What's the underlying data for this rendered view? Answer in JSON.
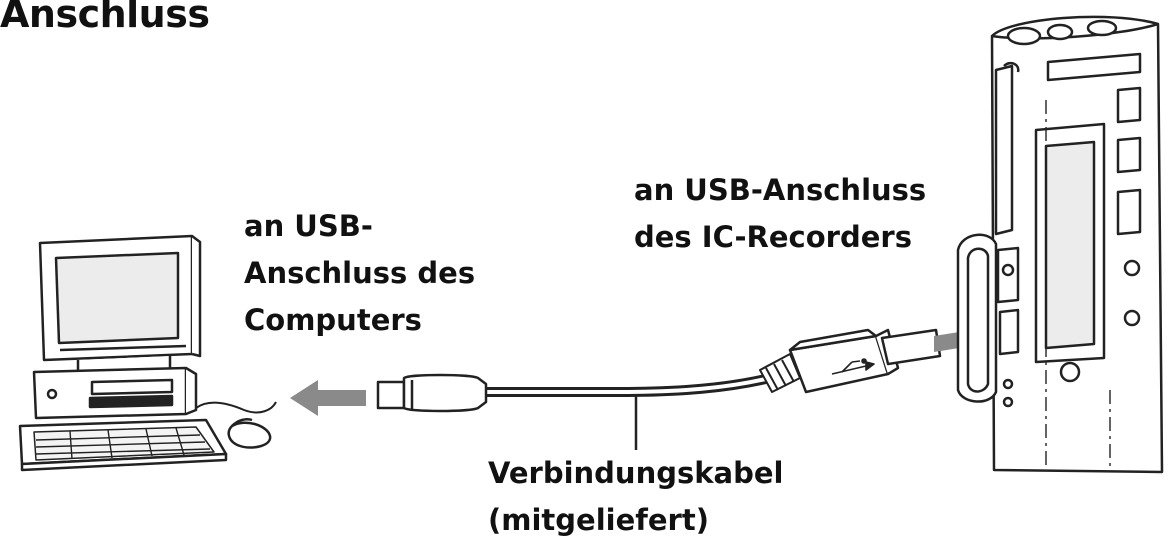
{
  "title": "Anschluss",
  "labels": {
    "computer_port": [
      "an USB-",
      "Anschluss des",
      "Computers"
    ],
    "recorder_port": [
      "an USB-Anschluss",
      "des IC-Recorders"
    ],
    "cable": [
      "Verbindungskabel",
      "(mitgeliefert)"
    ]
  },
  "colors": {
    "line": "#222222",
    "arrow": "#8a8a8a",
    "screen": "#ececec",
    "body": "#ffffff"
  },
  "icons": [
    "computer-icon",
    "usb-plug-icon",
    "usb-cable-icon",
    "ic-recorder-icon",
    "arrow-left-icon",
    "arrow-right-icon"
  ]
}
